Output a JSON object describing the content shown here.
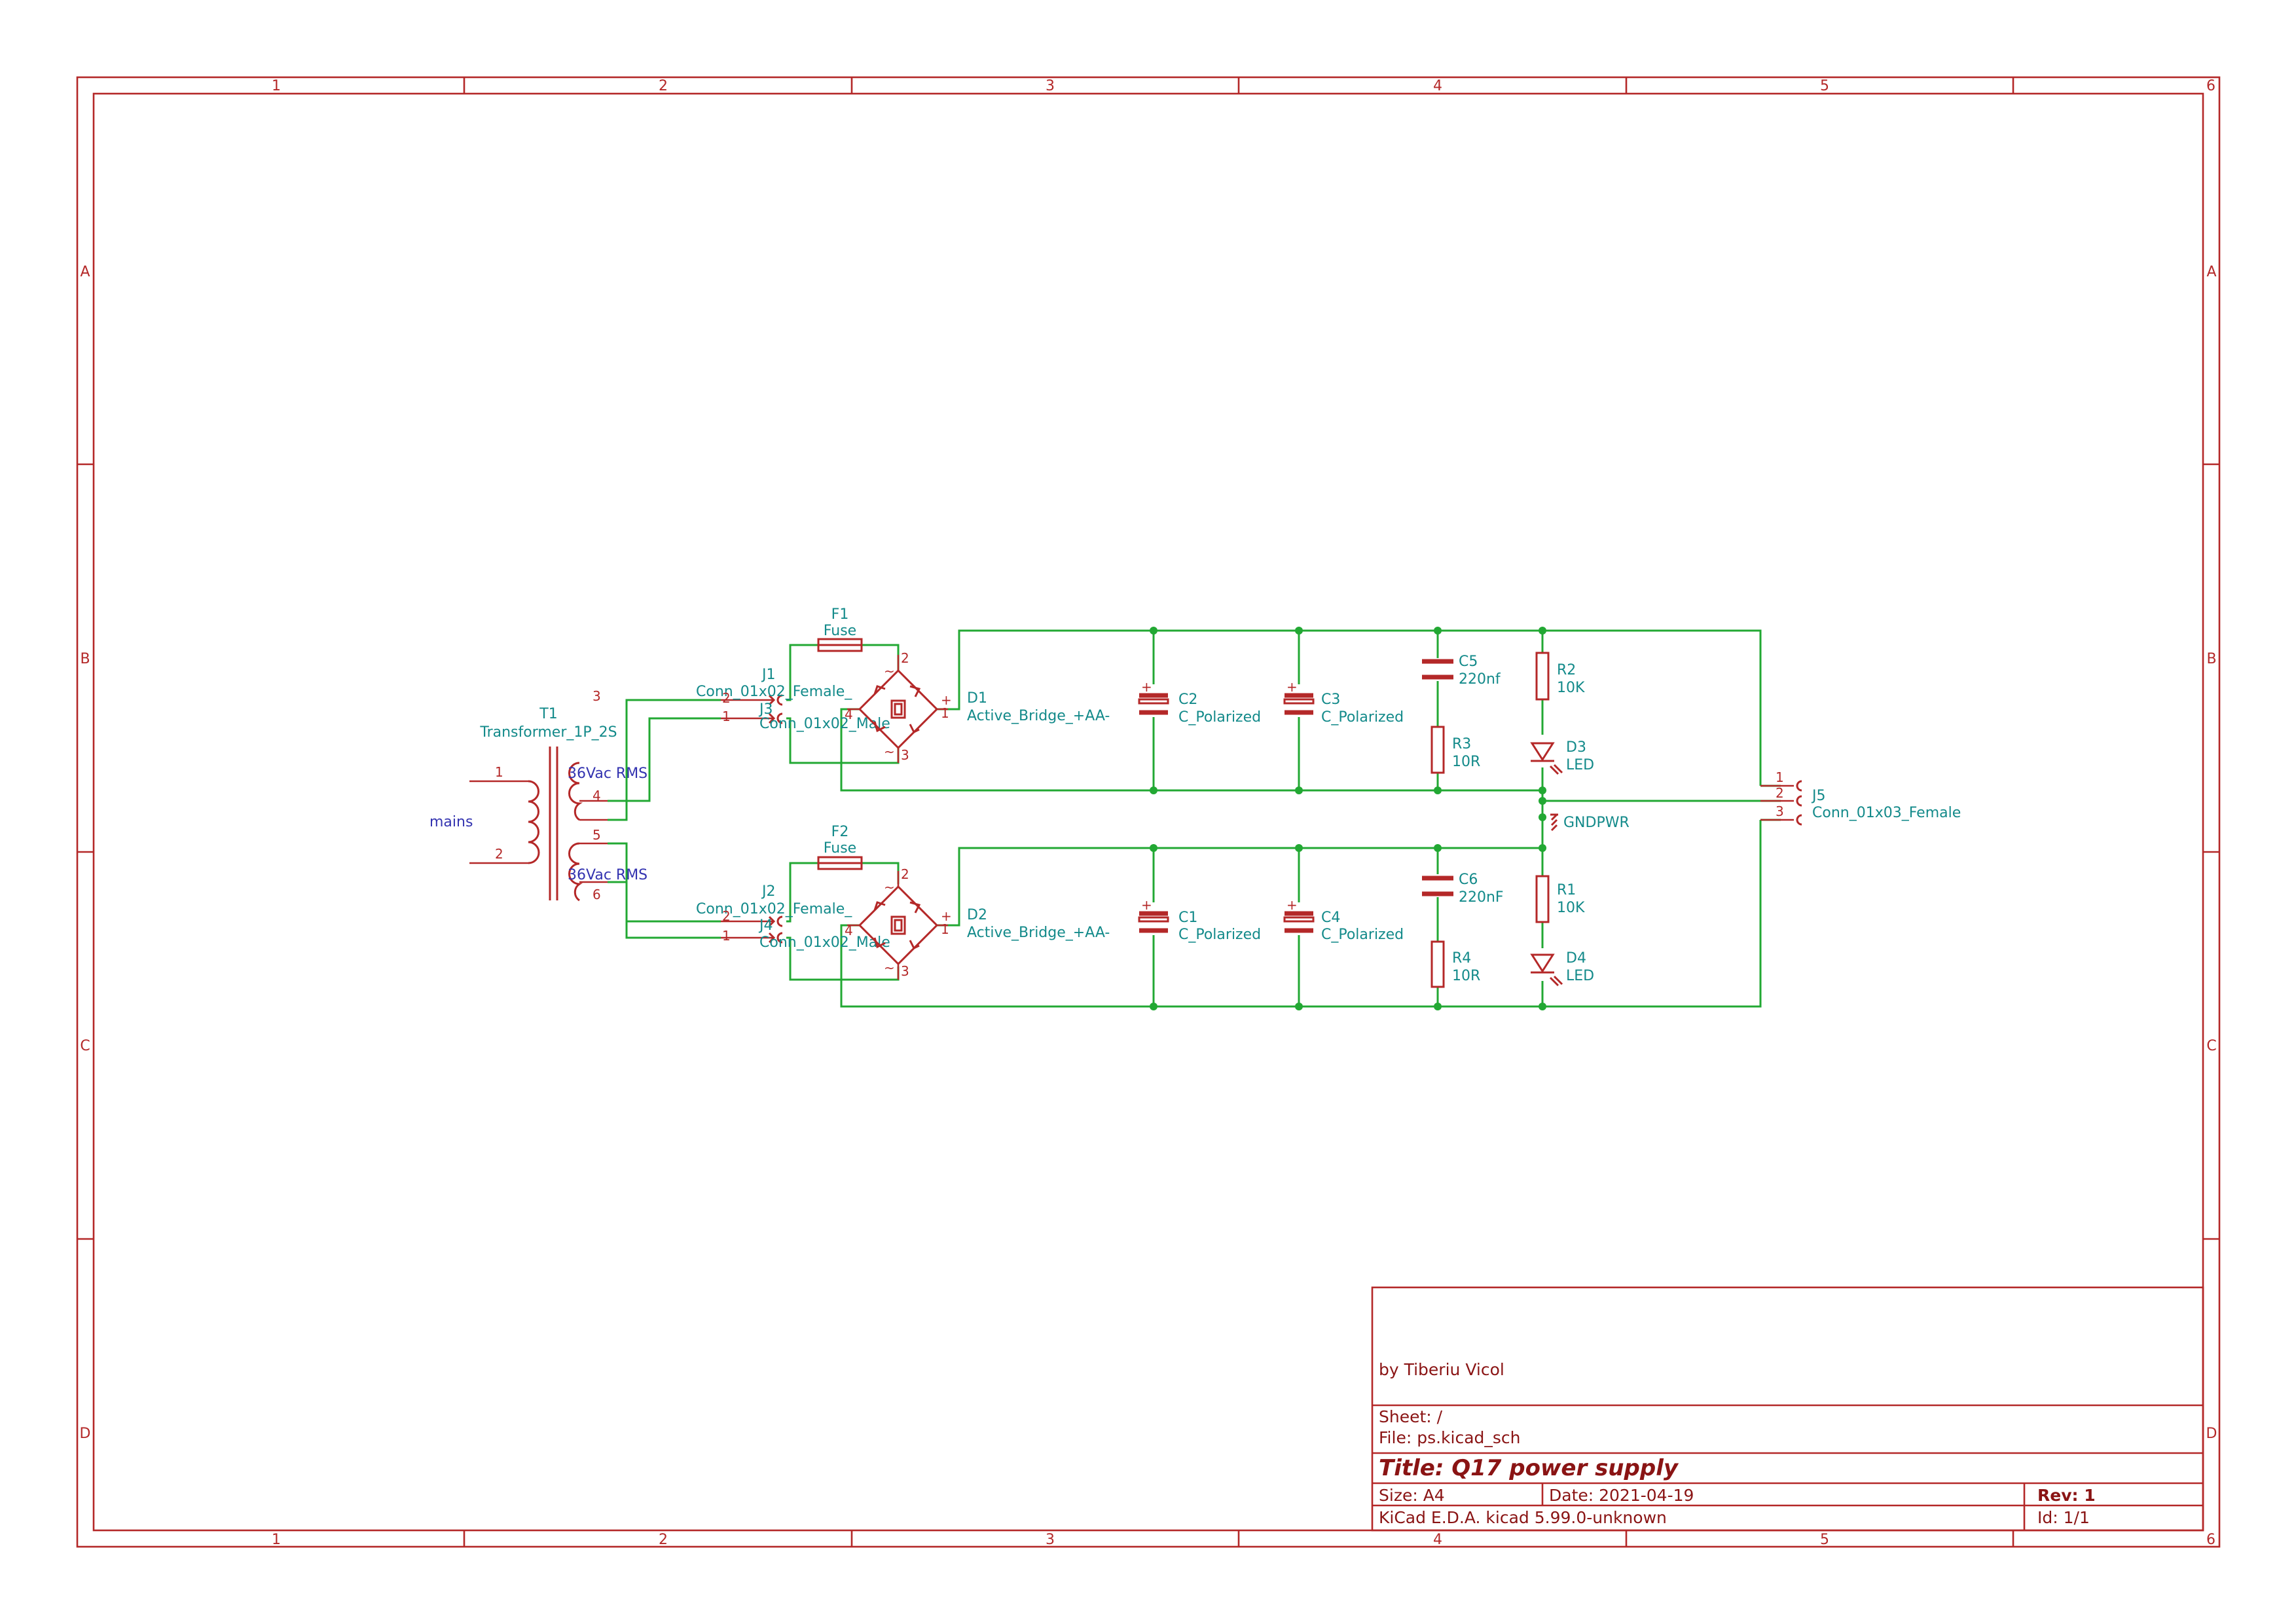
{
  "sheet": {
    "grid_columns": [
      "1",
      "2",
      "3",
      "4",
      "5",
      "6"
    ],
    "grid_rows": [
      "A",
      "B",
      "C",
      "D"
    ]
  },
  "title_block": {
    "author": "by Tiberiu Vicol",
    "sheet": "Sheet: /",
    "file": "File: ps.kicad_sch",
    "title": "Title: Q17 power supply",
    "size": "Size: A4",
    "date": "Date: 2021-04-19",
    "rev": "Rev: 1",
    "tool": "KiCad E.D.A.  kicad 5.99.0-unknown",
    "id": "Id: 1/1"
  },
  "components": {
    "T1": {
      "ref": "T1",
      "value": "Transformer_1P_2S",
      "sec1": "36Vac RMS",
      "sec2": "36Vac RMS"
    },
    "mains": "mains",
    "F1": {
      "ref": "F1",
      "value": "Fuse"
    },
    "F2": {
      "ref": "F2",
      "value": "Fuse"
    },
    "J1": {
      "ref": "J1",
      "value": "Conn_01x02_Female_"
    },
    "J3": {
      "ref": "J3",
      "value": "Conn_01x02_Male"
    },
    "J2": {
      "ref": "J2",
      "value": "Conn_01x02_Female_"
    },
    "J4": {
      "ref": "J4",
      "value": "Conn_01x02_Male"
    },
    "D1": {
      "ref": "D1",
      "value": "Active_Bridge_+AA-"
    },
    "D2": {
      "ref": "D2",
      "value": "Active_Bridge_+AA-"
    },
    "C1": {
      "ref": "C1",
      "value": "C_Polarized"
    },
    "C2": {
      "ref": "C2",
      "value": "C_Polarized"
    },
    "C3": {
      "ref": "C3",
      "value": "C_Polarized"
    },
    "C4": {
      "ref": "C4",
      "value": "C_Polarized"
    },
    "C5": {
      "ref": "C5",
      "value": "220nf"
    },
    "C6": {
      "ref": "C6",
      "value": "220nF"
    },
    "R1": {
      "ref": "R1",
      "value": "10K"
    },
    "R2": {
      "ref": "R2",
      "value": "10K"
    },
    "R3": {
      "ref": "R3",
      "value": "10R"
    },
    "R4": {
      "ref": "R4",
      "value": "10R"
    },
    "D3": {
      "ref": "D3",
      "value": "LED"
    },
    "D4": {
      "ref": "D4",
      "value": "LED"
    },
    "J5": {
      "ref": "J5",
      "value": "Conn_01x03_Female"
    },
    "GND": "GNDPWR"
  },
  "pins": {
    "one": "1",
    "two": "2",
    "three": "3",
    "four": "4",
    "five": "5",
    "six": "6",
    "plus": "+",
    "minus": "-",
    "tilde": "~"
  }
}
